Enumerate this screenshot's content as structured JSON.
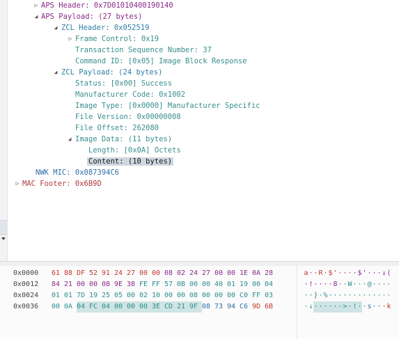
{
  "tree": {
    "aps_header": "APS Header: 0x7D01010400190140",
    "aps_payload": "APS Payload: (27 bytes)",
    "zcl_header": "ZCL Header: 0x052519",
    "frame_control": "Frame Control: 0x19",
    "transaction_seq": "Transaction Sequence Number: 37",
    "command_id": "Command ID: [0x05] Image Block Response",
    "zcl_payload": "ZCL Payload: (24 bytes)",
    "status": "Status: [0x00] Success",
    "manufacturer_code": "Manufacturer Code: 0x1002",
    "image_type": "Image Type: [0x0000] Manufacturer Specific",
    "file_version": "File Version: 0x00000008",
    "file_offset": "File Offset: 262080",
    "image_data": "Image Data: (11 bytes)",
    "length": "Length: [0x0A] Octets",
    "content": "Content: (10 bytes)",
    "nwk_mic": "NWK MIC: 0x087394C6",
    "mac_footer": "MAC Footer: 0x6B9D"
  },
  "hex": {
    "rows": [
      {
        "offset": "0x0000",
        "bytes": [
          "61",
          "88",
          "DF",
          "52",
          "91",
          "24",
          "27",
          "00",
          "00",
          "08",
          "02",
          "24",
          "27",
          "00",
          "00",
          "1E",
          "0A",
          "28"
        ],
        "ascii": [
          "a",
          "·",
          "·",
          "R",
          "·",
          "$",
          "'",
          "·",
          "·",
          "·",
          "·",
          "$",
          "'",
          "·",
          "·",
          "·",
          "↓",
          "("
        ]
      },
      {
        "offset": "0x0012",
        "bytes": [
          "84",
          "21",
          "00",
          "00",
          "08",
          "9E",
          "38",
          "FE",
          "FF",
          "57",
          "0B",
          "00",
          "00",
          "40",
          "01",
          "19",
          "00",
          "04"
        ],
        "ascii": [
          "·",
          "!",
          "·",
          "·",
          "·",
          "·",
          "8",
          "·",
          "·",
          "W",
          "·",
          "·",
          "·",
          "@",
          "·",
          "·",
          "·",
          "·"
        ]
      },
      {
        "offset": "0x0024",
        "bytes": [
          "01",
          "01",
          "7D",
          "19",
          "25",
          "05",
          "00",
          "02",
          "10",
          "00",
          "00",
          "08",
          "00",
          "00",
          "00",
          "C0",
          "FF",
          "03"
        ],
        "ascii": [
          "·",
          "·",
          "}",
          "·",
          "%",
          "·",
          "·",
          "·",
          "·",
          "·",
          "·",
          "·",
          "·",
          "·",
          "·",
          "·",
          "·",
          "·"
        ]
      },
      {
        "offset": "0x0036",
        "bytes": [
          "00",
          "0A",
          "04",
          "FC",
          "04",
          "00",
          "00",
          "00",
          "3E",
          "CD",
          "21",
          "9F",
          "08",
          "73",
          "94",
          "C6",
          "9D",
          "6B"
        ],
        "ascii": [
          "·",
          "↓",
          "·",
          "·",
          "·",
          "·",
          "·",
          "·",
          ">",
          "·",
          "!",
          "·",
          "·",
          "s",
          "·",
          "·",
          "·",
          "k"
        ]
      }
    ]
  }
}
